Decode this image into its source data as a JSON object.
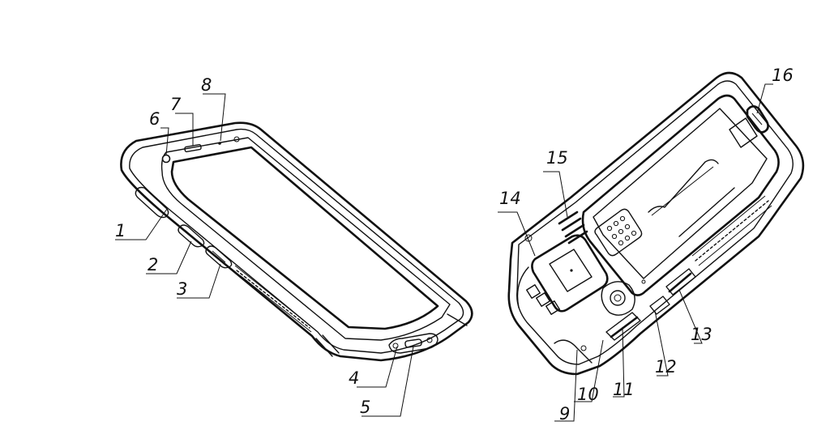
{
  "figure": {
    "callouts_front": [
      "1",
      "2",
      "3",
      "4",
      "5",
      "6",
      "7",
      "8"
    ],
    "callouts_back": [
      "9",
      "10",
      "11",
      "12",
      "13",
      "14",
      "15",
      "16"
    ]
  }
}
